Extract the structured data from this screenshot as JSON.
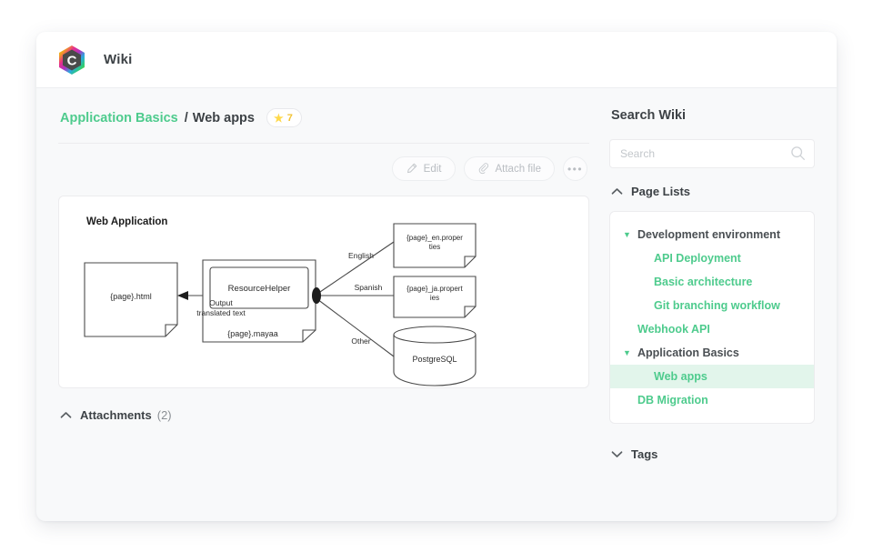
{
  "header": {
    "logo_name": "backlog-hexagon-logo",
    "logo_letter": "C",
    "title": "Wiki"
  },
  "breadcrumb": {
    "parent": "Application Basics",
    "separator": "/",
    "current": "Web apps",
    "star_icon": "★",
    "star_count": "7"
  },
  "toolbar": {
    "edit_label": "Edit",
    "edit_icon": "pencil-icon",
    "attach_label": "Attach file",
    "attach_icon": "paperclip-icon",
    "more_label": "•••",
    "more_icon": "ellipsis-icon"
  },
  "diagram": {
    "title": "Web Application",
    "nodes": {
      "page_html": "{page}.html",
      "resource_helper": "ResourceHelper",
      "mayaa": "{page}.mayaa",
      "en_properties_line1": "{page}_en.proper",
      "en_properties_line2": "ties",
      "ja_properties_line1": "{page}_ja.propert",
      "ja_properties_line2": "ies",
      "database": "PostgreSQL"
    },
    "edges": {
      "output_line1": "Output",
      "output_line2": "translated text",
      "english": "English",
      "spanish": "Spanish",
      "other": "Other"
    }
  },
  "attachments": {
    "chevron_icon": "chevron-up-icon",
    "label": "Attachments",
    "count": "(2)"
  },
  "sidebar": {
    "heading": "Search Wiki",
    "search": {
      "placeholder": "Search",
      "value": "",
      "icon": "search-icon"
    },
    "page_lists": {
      "chevron_icon": "chevron-up-icon",
      "label": "Page Lists"
    },
    "tree": [
      {
        "label": "Development environment",
        "level": 0,
        "type": "group",
        "expanded": true,
        "active": false
      },
      {
        "label": "API Deployment",
        "level": 1,
        "type": "leaf",
        "expanded": false,
        "active": false
      },
      {
        "label": "Basic architecture",
        "level": 1,
        "type": "leaf",
        "expanded": false,
        "active": false
      },
      {
        "label": "Git branching workflow",
        "level": 1,
        "type": "leaf",
        "expanded": false,
        "active": false
      },
      {
        "label": "Webhook API",
        "level": 0,
        "type": "leaf",
        "expanded": false,
        "active": false
      },
      {
        "label": "Application Basics",
        "level": 0,
        "type": "group",
        "expanded": true,
        "active": false
      },
      {
        "label": "Web apps",
        "level": 1,
        "type": "leaf",
        "expanded": false,
        "active": true
      },
      {
        "label": "DB Migration",
        "level": 0,
        "type": "leaf",
        "expanded": false,
        "active": false
      }
    ],
    "tags": {
      "chevron_icon": "chevron-down-icon",
      "label": "Tags"
    }
  },
  "colors": {
    "accent_green": "#4ecb8d",
    "active_row_bg": "#e2f5eb",
    "text_dark": "#3d4246",
    "text_muted": "#8a8f94",
    "star_yellow": "#ffd94a",
    "card_bg": "#f8f9fa"
  }
}
